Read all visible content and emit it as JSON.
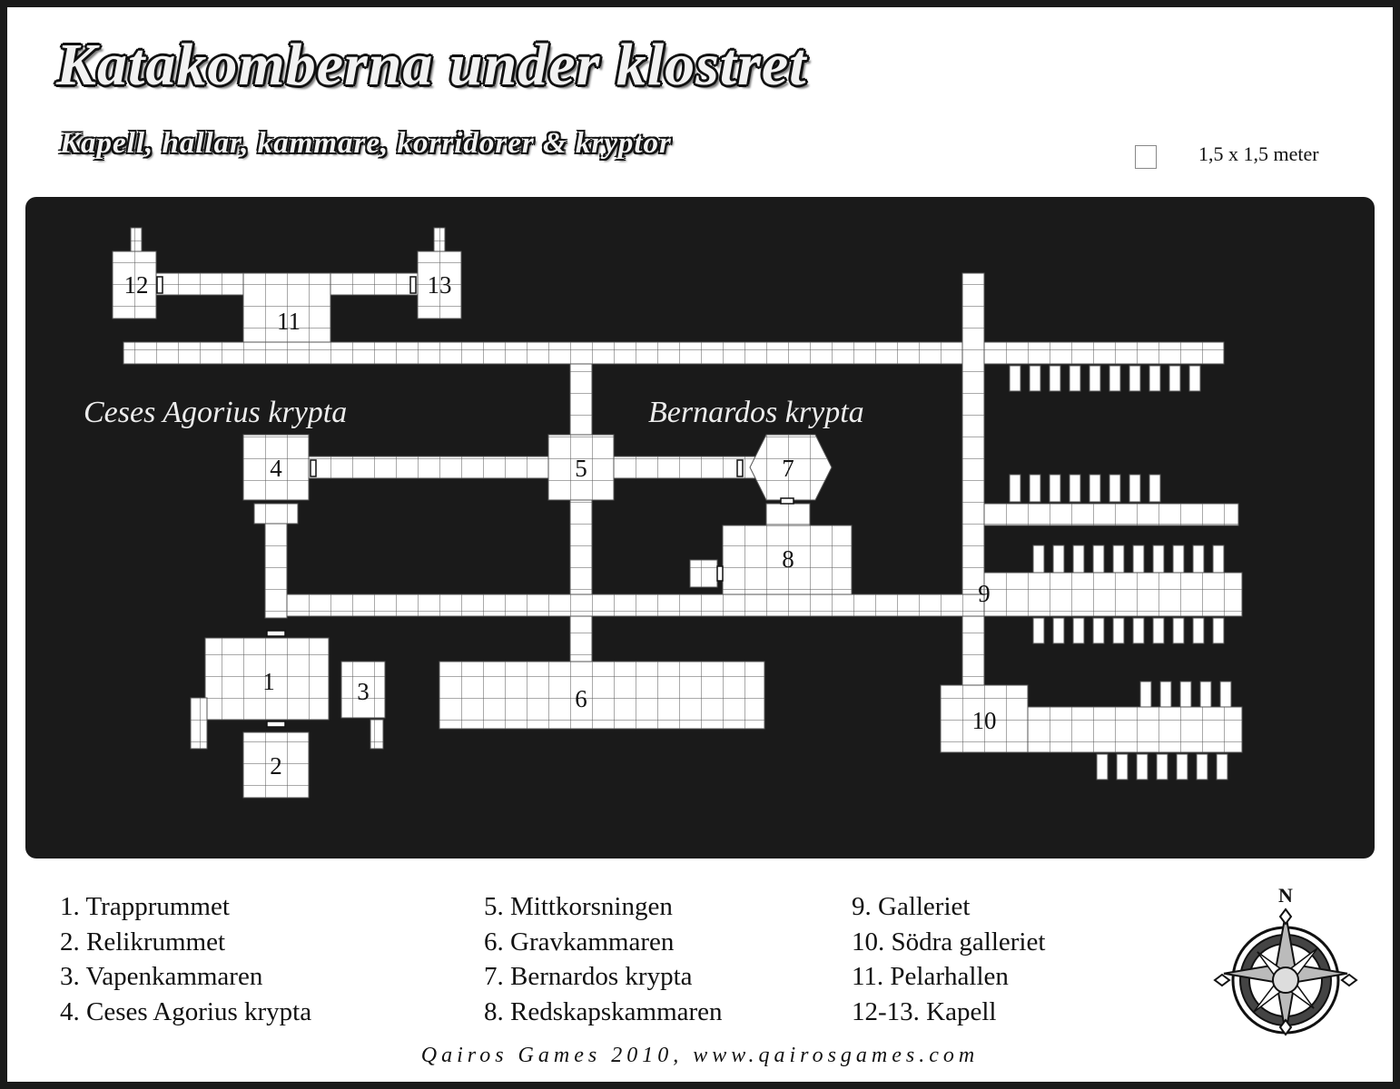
{
  "title": "Katakomberna under klostret",
  "subtitle": "Kapell, hallar, kammare, korridorer & kryptor",
  "scale": {
    "label": "1,5 x 1,5 meter"
  },
  "map": {
    "region_labels": [
      "Ceses Agorius krypta",
      "Bernardos krypta"
    ],
    "room_numbers": [
      "1",
      "2",
      "3",
      "4",
      "5",
      "6",
      "7",
      "8",
      "9",
      "10",
      "11",
      "12",
      "13"
    ]
  },
  "legend": {
    "col1": [
      "1. Trapprummet",
      "2. Relikrummet",
      "3. Vapenkammaren",
      "4. Ceses Agorius krypta"
    ],
    "col2": [
      "5. Mittkorsningen",
      "6. Gravkammaren",
      "7. Bernardos krypta",
      "8. Redskapskammaren"
    ],
    "col3": [
      "9. Galleriet",
      "10. Södra galleriet",
      "11. Pelarhallen",
      "12-13. Kapell"
    ]
  },
  "compass": {
    "north_label": "N"
  },
  "footer": "Qairos Games 2010, www.qairosgames.com",
  "colors": {
    "background": "#1a1a1a",
    "floor": "#ffffff",
    "grid": "#555555",
    "text": "#111111"
  }
}
